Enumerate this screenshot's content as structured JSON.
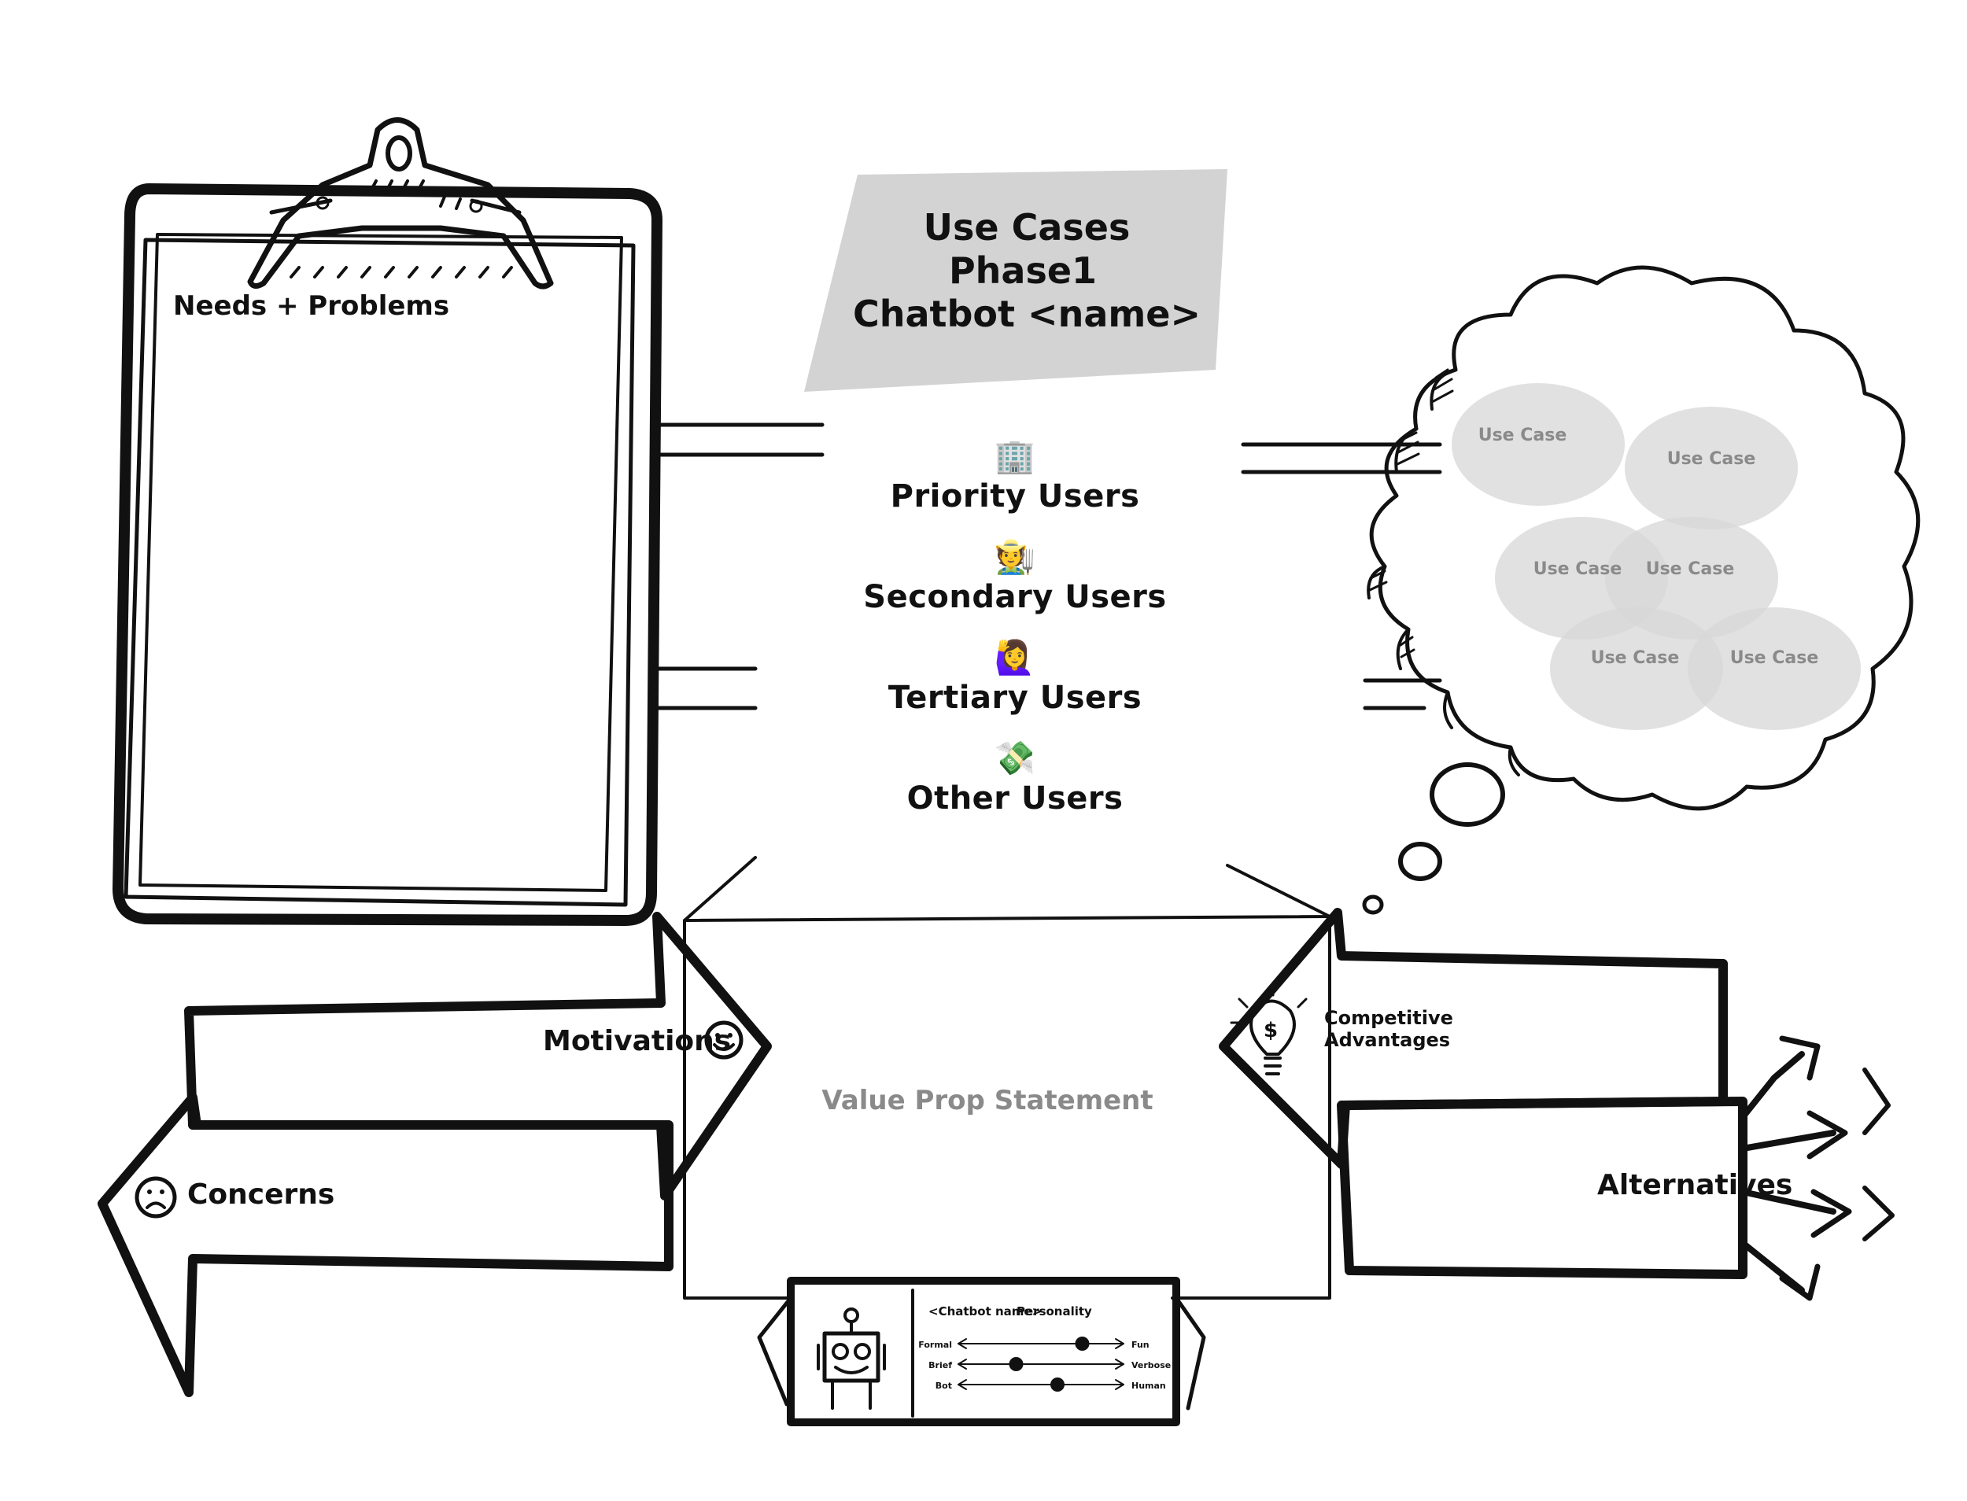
{
  "title_card": {
    "line1": "Use Cases",
    "line2": "Phase1",
    "line3": "Chatbot <name>"
  },
  "clipboard": {
    "label": "Needs + Problems"
  },
  "users": [
    {
      "emoji": "🏢",
      "label": "Priority Users"
    },
    {
      "emoji": "🧑‍🌾",
      "label": "Secondary Users"
    },
    {
      "emoji": "🙋‍♀️",
      "label": "Tertiary Users"
    },
    {
      "emoji": "💸",
      "label": "Other Users"
    }
  ],
  "cloud": {
    "use_cases": [
      "Use Case",
      "Use Case",
      "Use Case",
      "Use Case",
      "Use Case",
      "Use Case"
    ]
  },
  "motivations": {
    "label": "Motivations"
  },
  "concerns": {
    "label": "Concerns"
  },
  "value_prop": {
    "label": "Value Prop Statement"
  },
  "competitive": {
    "line1": "Competitive",
    "line2": "Advantages"
  },
  "alternatives": {
    "label": "Alternatives"
  },
  "personality": {
    "title_name": "<Chatbot name>",
    "title_suffix": "Personality",
    "sliders": [
      {
        "left": "Formal",
        "right": "Fun",
        "value": 0.75
      },
      {
        "left": "Brief",
        "right": "Verbose",
        "value": 0.35
      },
      {
        "left": "Bot",
        "right": "Human",
        "value": 0.6
      }
    ]
  }
}
